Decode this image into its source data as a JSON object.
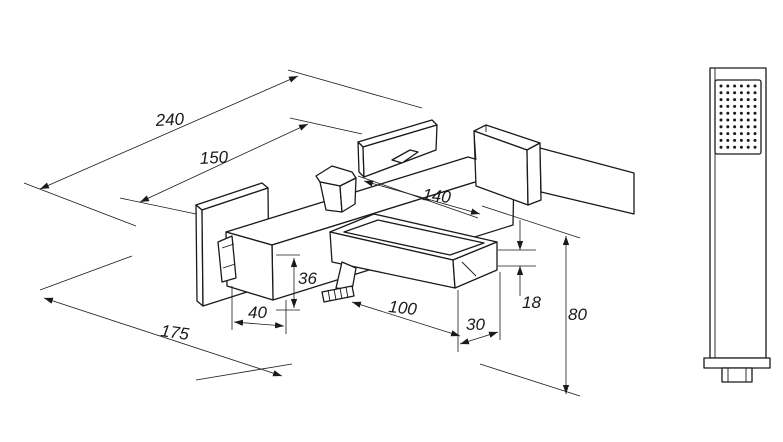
{
  "dimensions": {
    "d240": "240",
    "d150": "150",
    "d140": "140",
    "d36": "36",
    "d40": "40",
    "d100": "100",
    "d30": "30",
    "d18": "18",
    "d80": "80",
    "d175": "175"
  },
  "colors": {
    "line": "#1a1a1a",
    "background": "#ffffff"
  }
}
